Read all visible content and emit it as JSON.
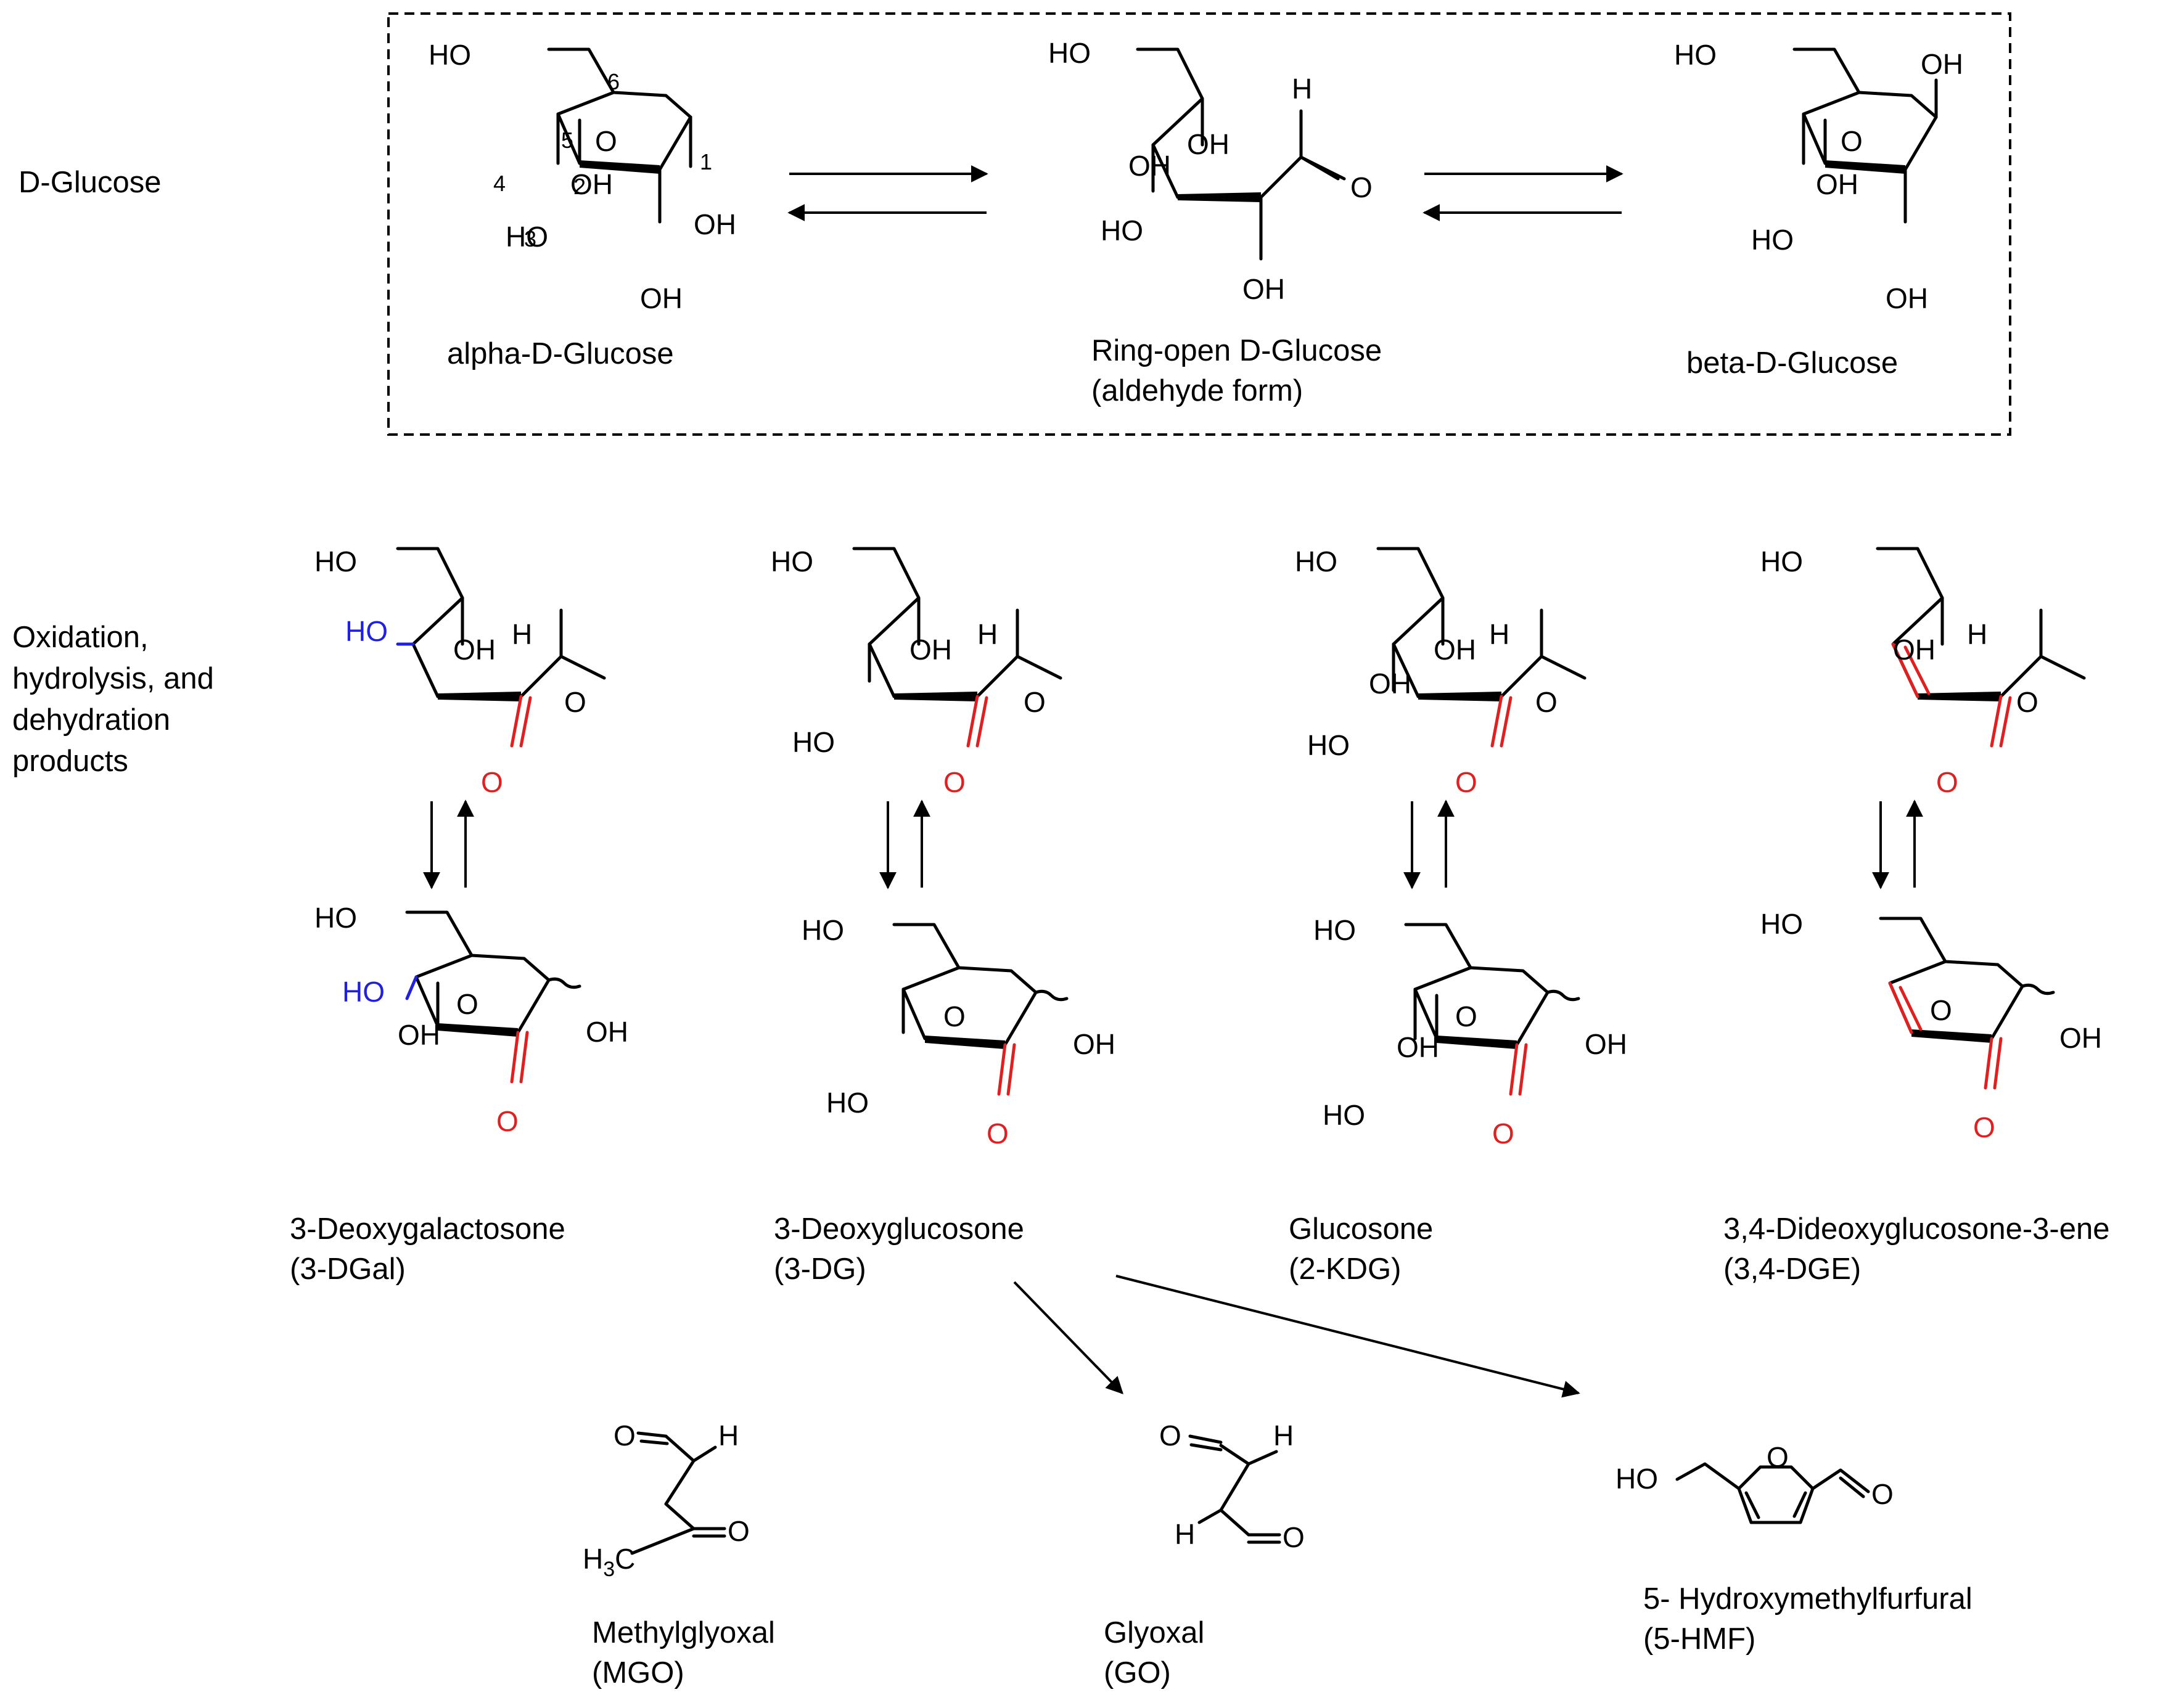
{
  "row_labels": {
    "glucose": "D-Glucose",
    "oxidation": [
      "Oxidation,",
      "hydrolysis, and",
      "dehydration",
      "products"
    ]
  },
  "equilibrium_box": {
    "alpha": {
      "name": "alpha-D-Glucose",
      "carbon_numbers": [
        "1",
        "2",
        "3",
        "4",
        "5",
        "6"
      ]
    },
    "open": {
      "name_line1": "Ring-open D-Glucose",
      "name_line2": "(aldehyde form)"
    },
    "beta": {
      "name": "beta-D-Glucose"
    }
  },
  "atoms": {
    "HO": "HO",
    "OH": "OH",
    "O": "O",
    "H": "H",
    "H3C_main": "H",
    "H3C_sub": "3",
    "H3C_tail": "C"
  },
  "compounds": [
    {
      "name": "3-Deoxygalactosone",
      "abbr": "(3-DGal)"
    },
    {
      "name": "3-Deoxyglucosone",
      "abbr": "(3-DG)"
    },
    {
      "name": "Glucosone",
      "abbr": "(2-KDG)"
    },
    {
      "name": "3,4-Dideoxyglucosone-3-ene",
      "abbr": "(3,4-DGE)"
    }
  ],
  "degradation_products": [
    {
      "name": "Methylglyoxal",
      "abbr": "(MGO)"
    },
    {
      "name": "Glyoxal",
      "abbr": "(GO)"
    },
    {
      "name": "5- Hydroxymethylfurfural",
      "abbr": "(5-HMF)"
    }
  ],
  "colors": {
    "carbonyl": "#e02020",
    "hydroxyl_highlight": "#2020e0",
    "bond": "#000000"
  }
}
